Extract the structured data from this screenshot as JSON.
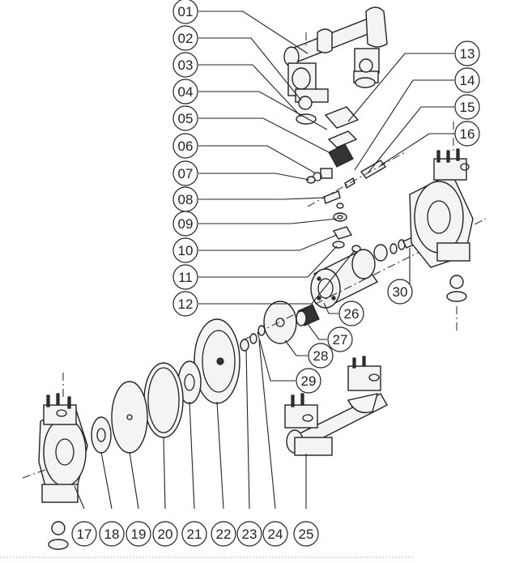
{
  "callouts": [
    {
      "id": "c01",
      "label": "01"
    },
    {
      "id": "c02",
      "label": "02"
    },
    {
      "id": "c03",
      "label": "03"
    },
    {
      "id": "c04",
      "label": "04"
    },
    {
      "id": "c05",
      "label": "05"
    },
    {
      "id": "c06",
      "label": "06"
    },
    {
      "id": "c07",
      "label": "07"
    },
    {
      "id": "c08",
      "label": "08"
    },
    {
      "id": "c09",
      "label": "09"
    },
    {
      "id": "c10",
      "label": "10"
    },
    {
      "id": "c11",
      "label": "11"
    },
    {
      "id": "c12",
      "label": "12"
    },
    {
      "id": "c13",
      "label": "13"
    },
    {
      "id": "c14",
      "label": "14"
    },
    {
      "id": "c15",
      "label": "15"
    },
    {
      "id": "c16",
      "label": "16"
    },
    {
      "id": "c17",
      "label": "17"
    },
    {
      "id": "c18",
      "label": "18"
    },
    {
      "id": "c19",
      "label": "19"
    },
    {
      "id": "c20",
      "label": "20"
    },
    {
      "id": "c21",
      "label": "21"
    },
    {
      "id": "c22",
      "label": "22"
    },
    {
      "id": "c23",
      "label": "23"
    },
    {
      "id": "c24",
      "label": "24"
    },
    {
      "id": "c25",
      "label": "25"
    },
    {
      "id": "c26",
      "label": "26"
    },
    {
      "id": "c27",
      "label": "27"
    },
    {
      "id": "c28",
      "label": "28"
    },
    {
      "id": "c29",
      "label": "29"
    },
    {
      "id": "c30",
      "label": "30"
    }
  ]
}
